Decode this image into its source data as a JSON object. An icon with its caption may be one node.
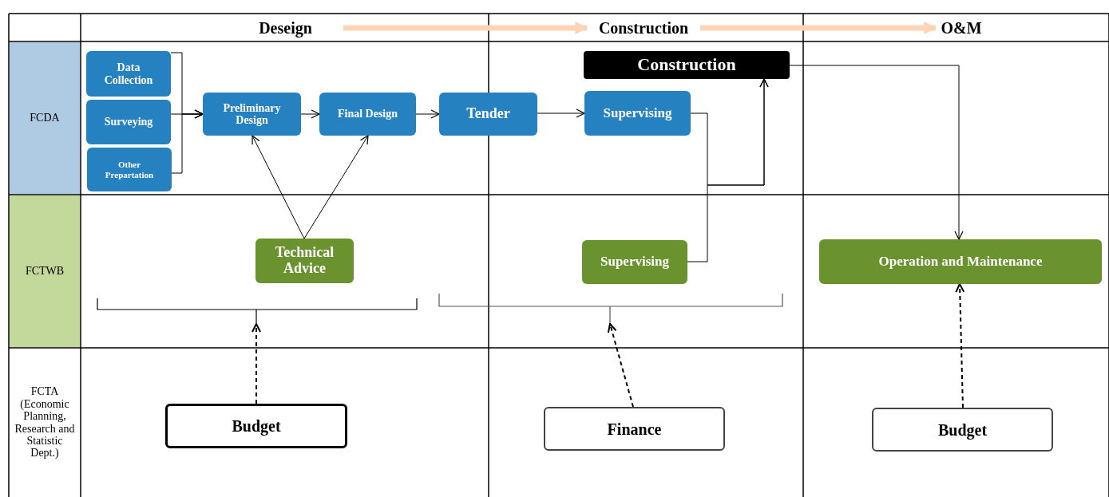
{
  "diagram": {
    "nodes": [
      {
        "text": [
          "Deseign"
        ]
      },
      {
        "text": [
          "Construction"
        ]
      },
      {
        "text": [
          "O&M"
        ]
      },
      {
        "text": [
          "FCDA"
        ]
      },
      {
        "text": [
          "Data Collection"
        ]
      },
      {
        "text": [
          "Surveying"
        ]
      },
      {
        "text": [
          "Other Prepartation"
        ]
      },
      {
        "text": [
          "Preliminary Design"
        ]
      },
      {
        "text": [
          "Final Design"
        ]
      },
      {
        "text": [
          "Tender"
        ]
      },
      {
        "text": [
          "Supervising"
        ]
      },
      {
        "text": [
          "Construction"
        ]
      },
      {
        "text": [
          "FCTWB"
        ]
      },
      {
        "text": [
          "Technical Advice"
        ]
      },
      {
        "text": [
          "Supervising"
        ]
      },
      {
        "text": [
          "Operation and Maintenance"
        ]
      },
      {
        "text": [
          "FCTA (Economic Planning, Research and Statistic Dept.)"
        ]
      },
      {
        "text": [
          "Budget"
        ]
      },
      {
        "text": [
          "Finance"
        ]
      },
      {
        "text": [
          "Budget"
        ]
      },
      {
        "text": [],
        "shape": "bracket"
      },
      {
        "text": [],
        "shape": "bracket"
      }
    ],
    "edges": [
      {
        "from": 0,
        "to": 1,
        "arrow": "to",
        "style": "thick",
        "color": "#fdd5b4"
      },
      {
        "from": 1,
        "to": 2,
        "arrow": "to",
        "style": "thick",
        "color": "#fdd5b4"
      },
      {
        "from": 4,
        "to": 7,
        "arrow": "to"
      },
      {
        "from": 5,
        "to": 7,
        "arrow": "to"
      },
      {
        "from": 6,
        "to": 7,
        "arrow": "to"
      },
      {
        "from": 7,
        "to": 8,
        "arrow": "to"
      },
      {
        "from": 8,
        "to": 9,
        "arrow": "to"
      },
      {
        "from": 9,
        "to": 10,
        "arrow": "to"
      },
      {
        "from": 13,
        "to": 7,
        "arrow": "to"
      },
      {
        "from": 13,
        "to": 8,
        "arrow": "to"
      },
      {
        "from": 10,
        "to": 11,
        "arrow": "to"
      },
      {
        "from": 14,
        "to": 11,
        "arrow": "to"
      },
      {
        "from": 11,
        "to": 15,
        "arrow": "to"
      },
      {
        "from": 17,
        "to": 20,
        "arrow": "to",
        "style": "dashed"
      },
      {
        "from": 18,
        "to": 21,
        "arrow": "to",
        "style": "dashed"
      },
      {
        "from": 19,
        "to": 15,
        "arrow": "to",
        "style": "dashed"
      }
    ]
  }
}
